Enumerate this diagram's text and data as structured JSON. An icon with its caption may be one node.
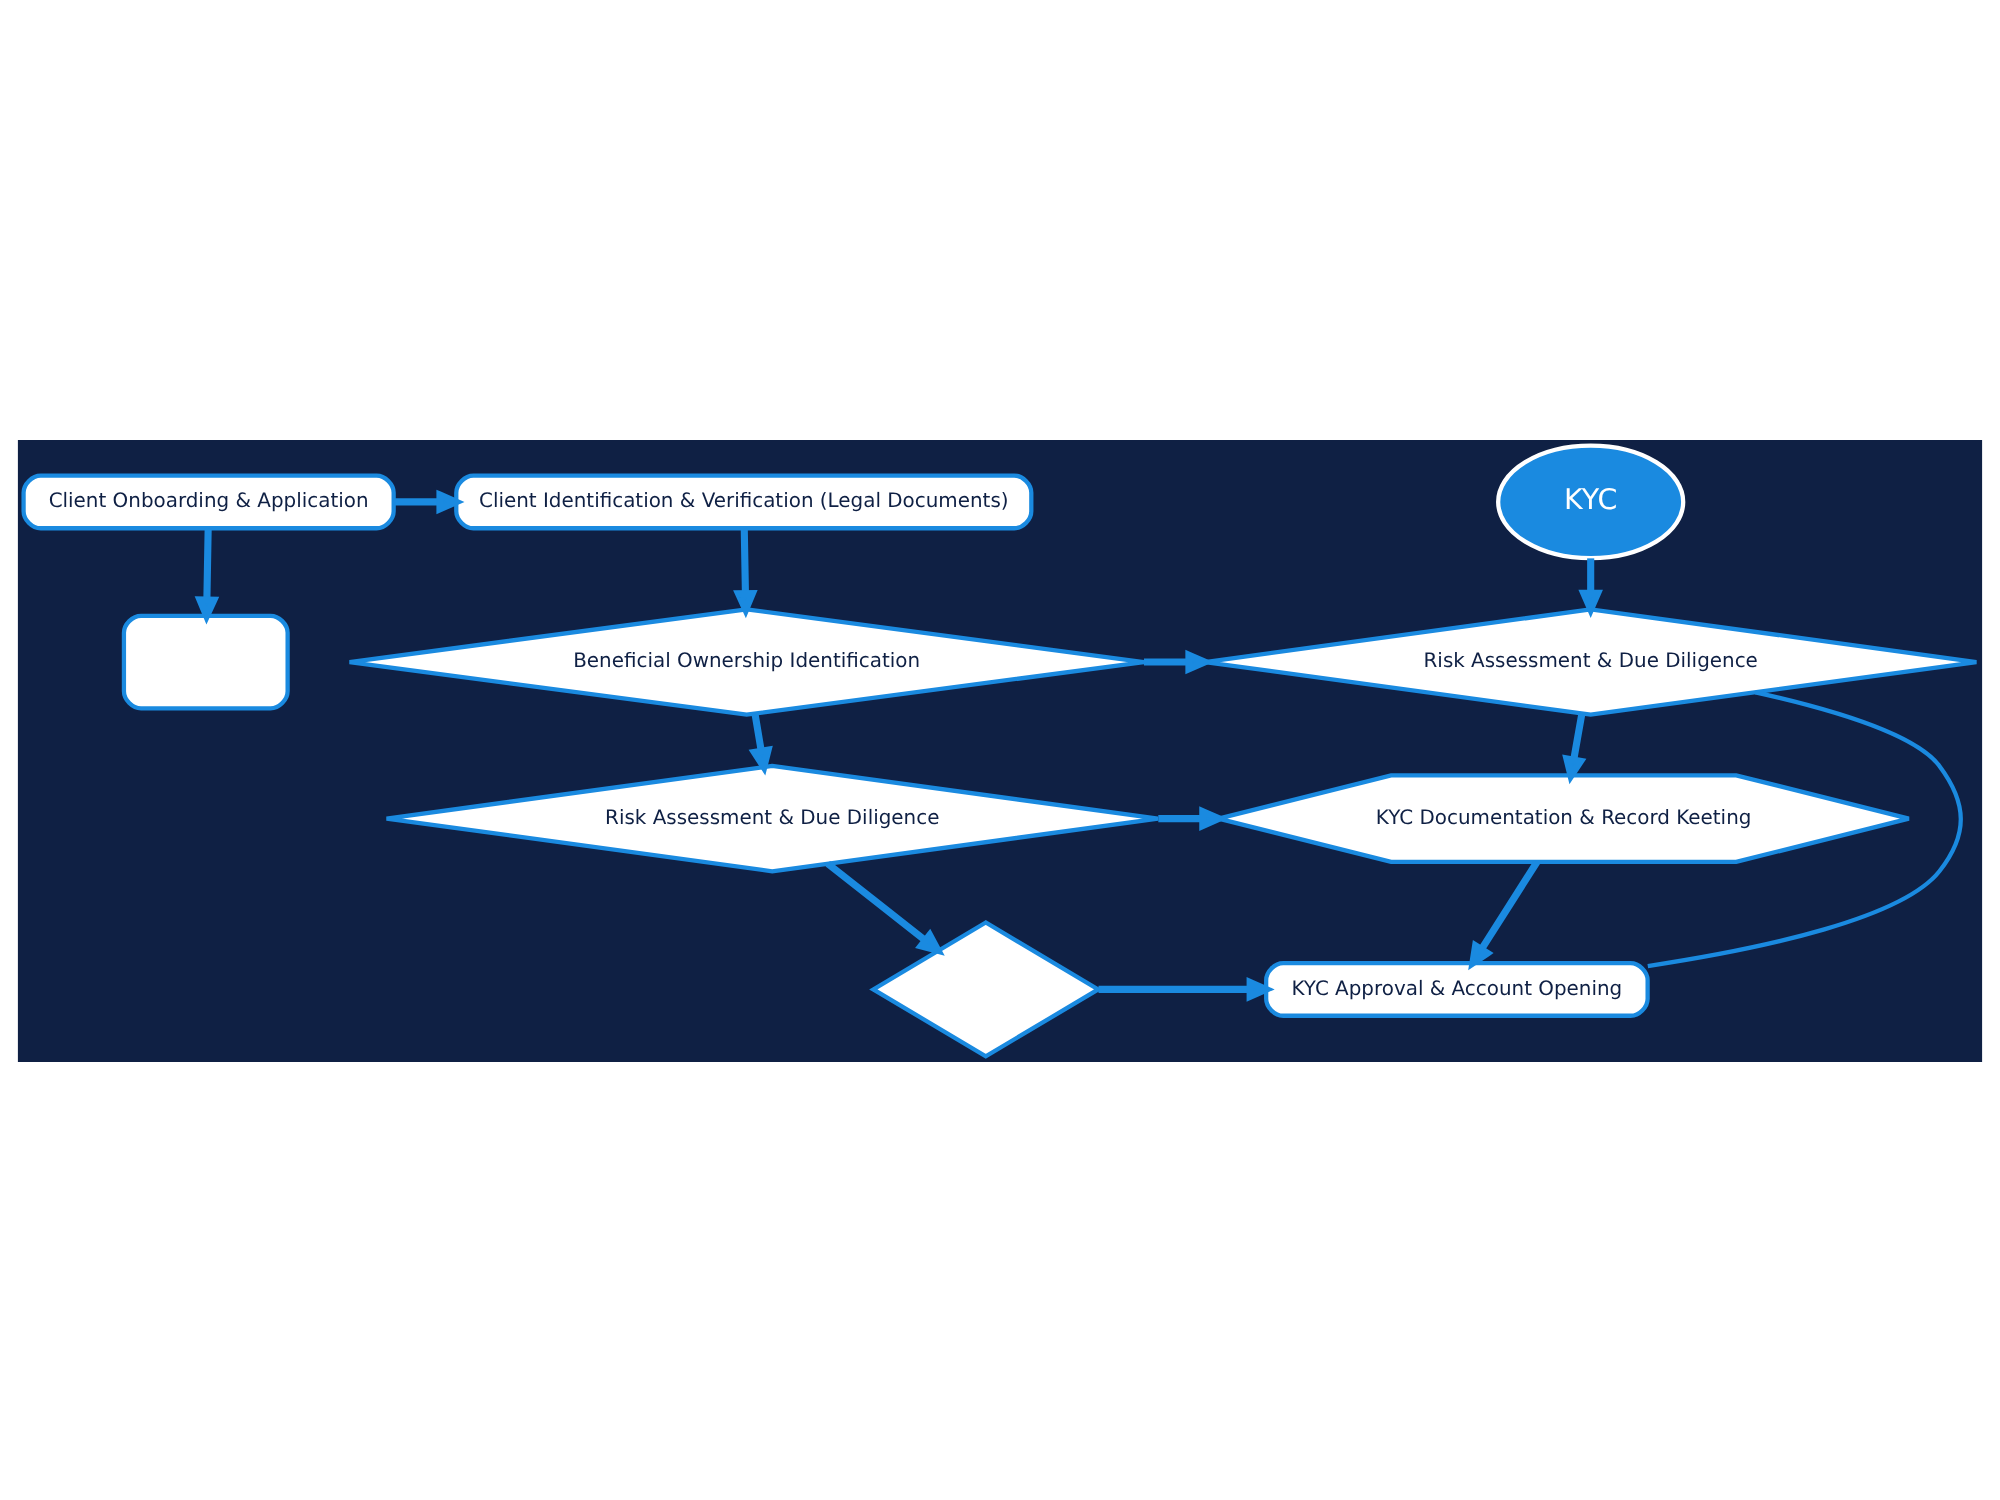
{
  "diagram": {
    "nodes": [
      {
        "text": [
          "Client Onboarding & Application"
        ]
      },
      {
        "text": [
          "Client Identification & Verification (Legal Documents)"
        ]
      },
      {
        "text": [
          "KYC"
        ]
      },
      {
        "text": [],
        "shape": "box"
      },
      {
        "text": [
          "Beneficial Ownership Identification"
        ]
      },
      {
        "text": [
          "Risk Assessment & Due Diligence"
        ]
      },
      {
        "text": [
          "Risk Assessment & Due Diligence"
        ]
      },
      {
        "text": [
          "KYC Documentation & Record Keeting"
        ]
      },
      {
        "text": [],
        "shape": "diamond"
      },
      {
        "text": [
          "KYC Approval & Account Opening"
        ]
      }
    ],
    "edges": [
      {
        "from": 0,
        "to": 1,
        "arrow": "to"
      },
      {
        "from": 0,
        "to": 3,
        "arrow": "to"
      },
      {
        "from": 1,
        "to": 4,
        "arrow": "to"
      },
      {
        "from": 2,
        "to": 5,
        "arrow": "to"
      },
      {
        "from": 4,
        "to": 5,
        "arrow": "to"
      },
      {
        "from": 4,
        "to": 6,
        "arrow": "to"
      },
      {
        "from": 5,
        "to": 7,
        "arrow": "to"
      },
      {
        "from": 6,
        "to": 7,
        "arrow": "to"
      },
      {
        "from": 6,
        "to": 8,
        "arrow": "to"
      },
      {
        "from": 7,
        "to": 9,
        "arrow": "to"
      },
      {
        "from": 8,
        "to": 9,
        "arrow": "to"
      },
      {
        "from": 5,
        "to": 9,
        "arrow": "none"
      }
    ]
  }
}
